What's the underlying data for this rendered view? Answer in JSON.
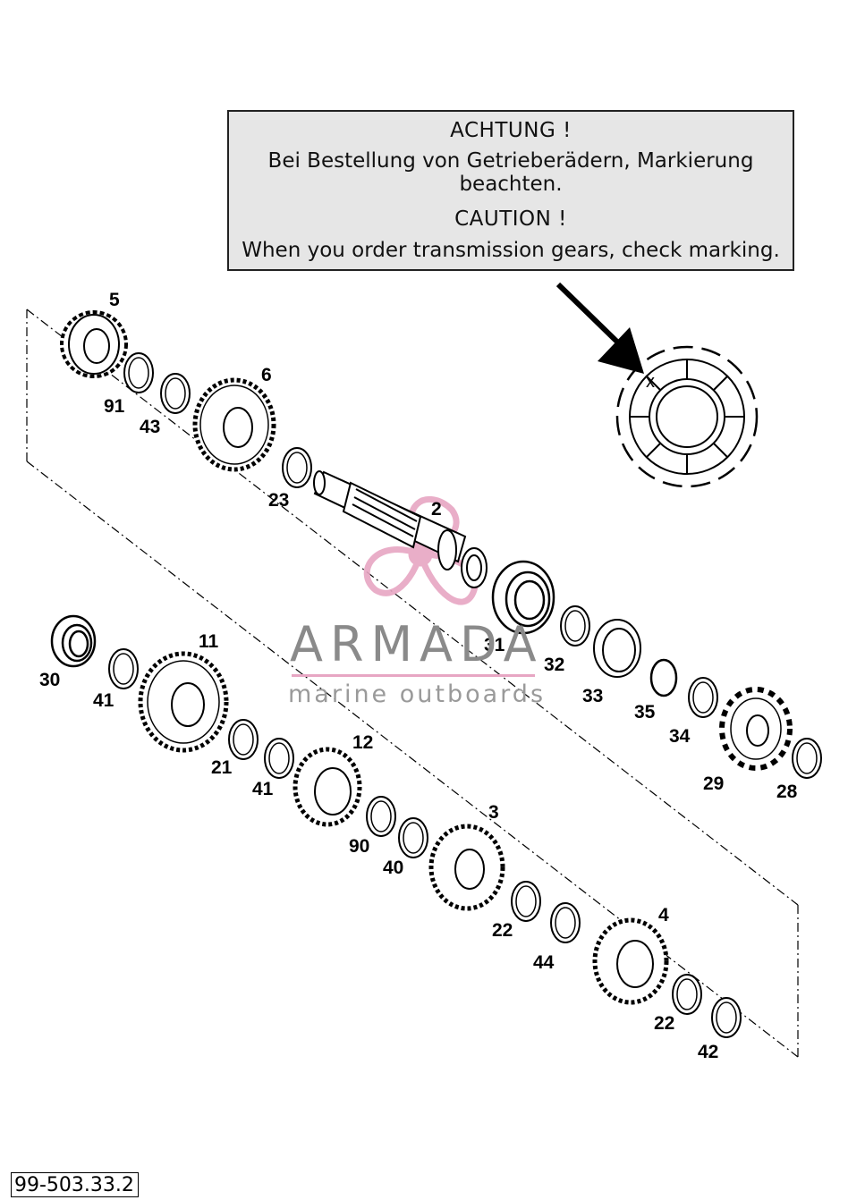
{
  "notice": {
    "de_title": "ACHTUNG !",
    "de_text": "Bei Bestellung von Getrieberädern, Markierung beachten.",
    "en_title": "CAUTION !",
    "en_text": "When you order transmission gears, check marking."
  },
  "detail_marker": "x",
  "drawing_code": "99-503.33.2",
  "watermark": {
    "brand": "ARMADA",
    "tagline": "marine outboards",
    "accent_color": "#e7a6c3"
  },
  "parts": [
    {
      "id": "p5",
      "label": "5"
    },
    {
      "id": "p91",
      "label": "91"
    },
    {
      "id": "p43",
      "label": "43"
    },
    {
      "id": "p6",
      "label": "6"
    },
    {
      "id": "p23",
      "label": "23"
    },
    {
      "id": "p2",
      "label": "2"
    },
    {
      "id": "p31",
      "label": "31"
    },
    {
      "id": "p32",
      "label": "32"
    },
    {
      "id": "p33",
      "label": "33"
    },
    {
      "id": "p35",
      "label": "35"
    },
    {
      "id": "p34",
      "label": "34"
    },
    {
      "id": "p29",
      "label": "29"
    },
    {
      "id": "p28",
      "label": "28"
    },
    {
      "id": "p30",
      "label": "30"
    },
    {
      "id": "p41a",
      "label": "41"
    },
    {
      "id": "p11",
      "label": "11"
    },
    {
      "id": "p21",
      "label": "21"
    },
    {
      "id": "p41b",
      "label": "41"
    },
    {
      "id": "p12",
      "label": "12"
    },
    {
      "id": "p90",
      "label": "90"
    },
    {
      "id": "p40",
      "label": "40"
    },
    {
      "id": "p3",
      "label": "3"
    },
    {
      "id": "p22a",
      "label": "22"
    },
    {
      "id": "p44",
      "label": "44"
    },
    {
      "id": "p4",
      "label": "4"
    },
    {
      "id": "p22b",
      "label": "22"
    },
    {
      "id": "p42",
      "label": "42"
    }
  ]
}
